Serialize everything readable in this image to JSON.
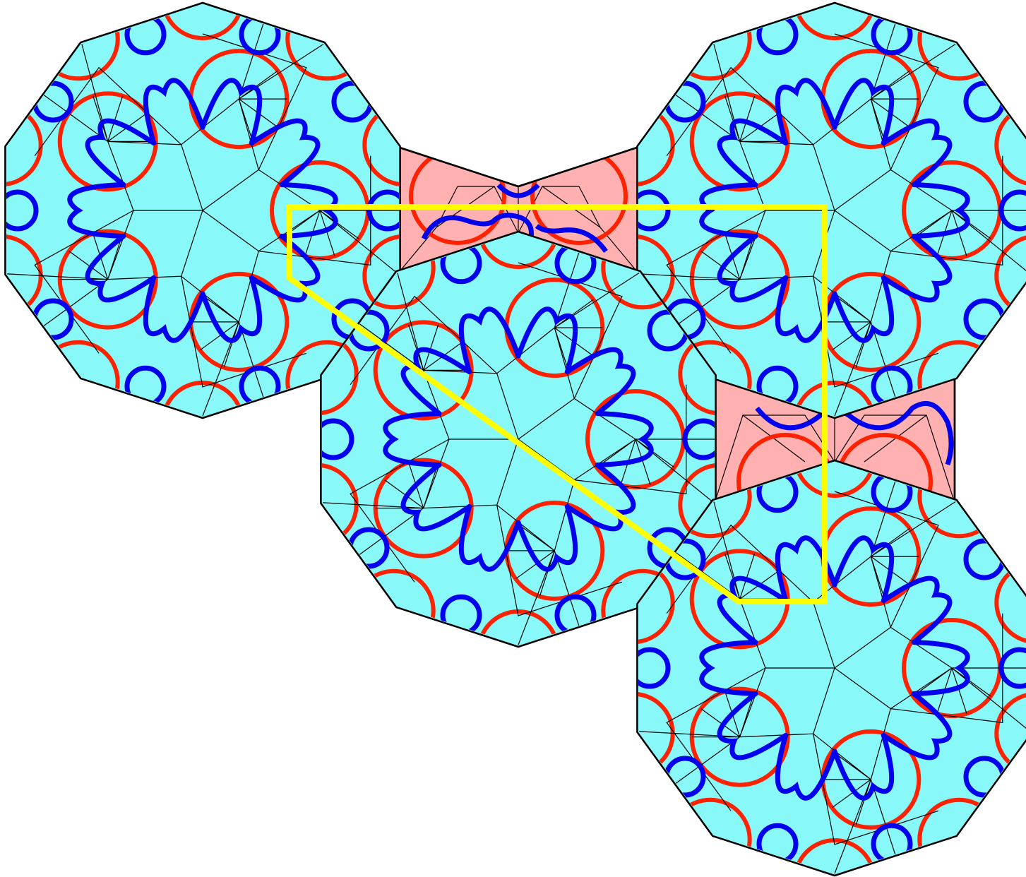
{
  "colors": {
    "background": "#ffffff",
    "tile_fill": "#88f8f8",
    "rhomb_fill": "#ffb0b0",
    "outline": "#000000",
    "mesh_line": "#000000",
    "red_arc": "#ff2200",
    "blue_curve": "#0000ee",
    "highlight": "#ffff00"
  },
  "figure": {
    "decagon_count": 4,
    "rhomb_pair_count": 2,
    "highlight_shape": "pentagon"
  }
}
